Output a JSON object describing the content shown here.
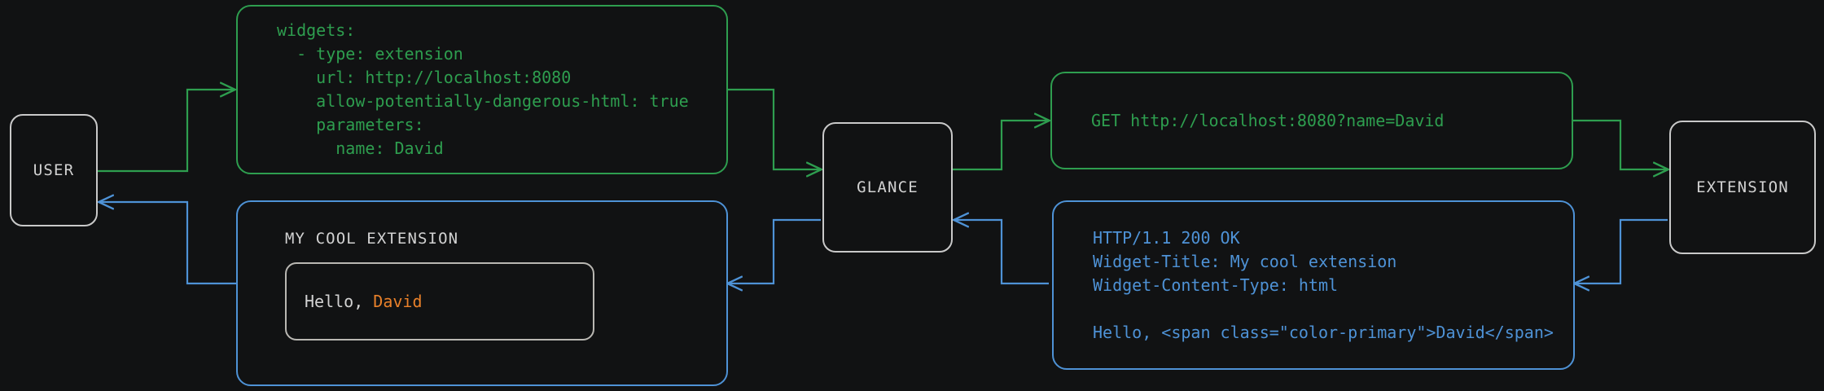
{
  "diagram": {
    "background_color": "#111213",
    "request_color": "#2e9e4f",
    "response_color": "#4e92d6",
    "node_border_color": "#c9c9c9",
    "accent_color": "#e8802a"
  },
  "nodes": {
    "user": {
      "label": "USER"
    },
    "glance": {
      "label": "GLANCE"
    },
    "extension": {
      "label": "EXTENSION"
    }
  },
  "config_box": {
    "color": "#2e9e4f",
    "text": "widgets:\n  - type: extension\n    url: http://localhost:8080\n    allow-potentially-dangerous-html: true\n    parameters:\n      name: David"
  },
  "request_box": {
    "color": "#2e9e4f",
    "text": "GET http://localhost:8080?name=David"
  },
  "response_box": {
    "color": "#4e92d6",
    "text": "HTTP/1.1 200 OK\nWidget-Title: My cool extension\nWidget-Content-Type: html\n\nHello, <span class=\"color-primary\">David</span>"
  },
  "widget_box": {
    "color": "#4e92d6",
    "title": "MY COOL EXTENSION",
    "greeting_prefix": "Hello, ",
    "greeting_name": "David"
  }
}
